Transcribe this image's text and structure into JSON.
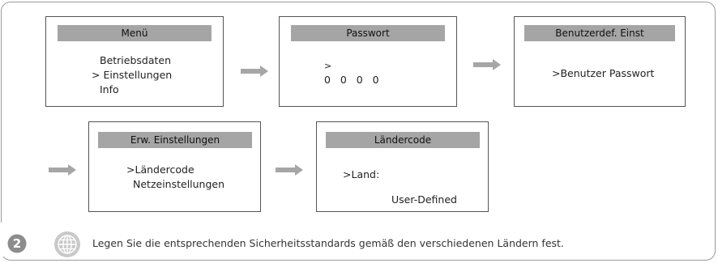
{
  "screens": {
    "menu": {
      "header": "Menü",
      "lines": [
        "Betriebsdaten",
        "> Einstellungen",
        "Info"
      ]
    },
    "passwort": {
      "header": "Passwort",
      "cursor": ">",
      "digits": "0   0   0   0"
    },
    "benutzerdef": {
      "header": "Benutzerdef. Einst",
      "lines": [
        ">Benutzer Passwort"
      ]
    },
    "erweitert": {
      "header": "Erw. Einstellungen",
      "lines": [
        ">Ländercode",
        "Netzeinstellungen"
      ]
    },
    "laendercode": {
      "header": "Ländercode",
      "lines": [
        ">Land:",
        "User-Defined"
      ]
    }
  },
  "step": {
    "number": "2",
    "icon": "globe-icon",
    "text": "Legen Sie die entsprechenden Sicherheitsstandards gemäß den verschiedenen Ländern fest."
  },
  "colors": {
    "header_bg": "#a5a5a5",
    "arrow": "#a6a6a6",
    "step_circle": "#8c8c8c",
    "border": "#555555"
  }
}
